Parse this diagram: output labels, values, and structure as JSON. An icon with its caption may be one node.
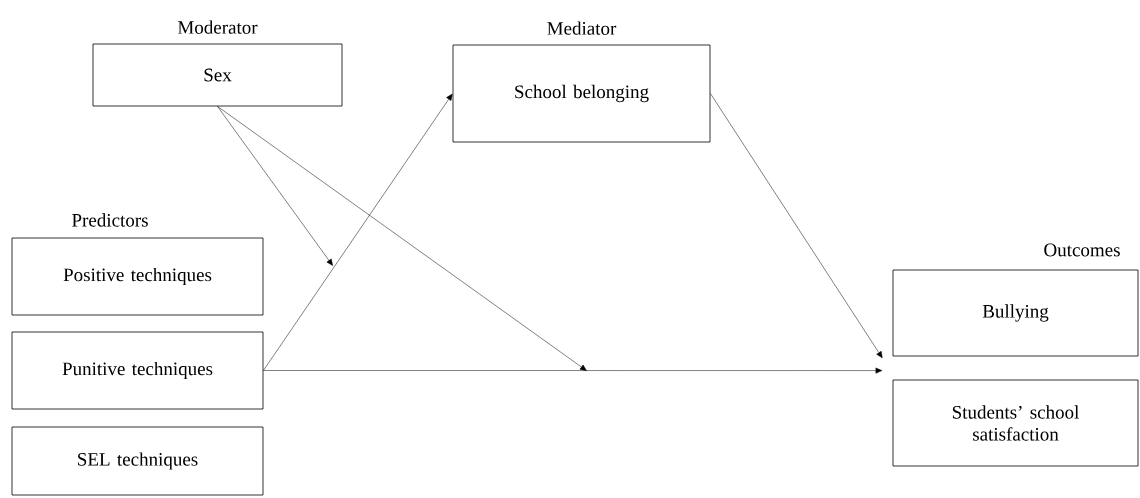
{
  "diagram": {
    "nodes": [
      {
        "text": [
          "Moderator",
          "Sex"
        ]
      },
      {
        "text": [
          "Mediator",
          "School belonging"
        ]
      },
      {
        "text": [
          "Positive techniques"
        ]
      },
      {
        "text": [
          "Punitive techniques"
        ]
      },
      {
        "text": [
          "SEL techniques"
        ]
      },
      {
        "text": [
          "Bullying"
        ]
      },
      {
        "text": [
          "Students’ school satisfaction"
        ]
      }
    ],
    "edges": [
      {
        "from": 0,
        "to": null,
        "arrow": "to"
      },
      {
        "from": 0,
        "to": null,
        "arrow": "to"
      },
      {
        "from": 3,
        "to": 1,
        "arrow": "to"
      },
      {
        "from": 1,
        "to": 5,
        "arrow": "to"
      },
      {
        "from": 3,
        "to": 6,
        "arrow": "to"
      }
    ],
    "labels": [
      "Predictors",
      "Outcomes"
    ]
  }
}
